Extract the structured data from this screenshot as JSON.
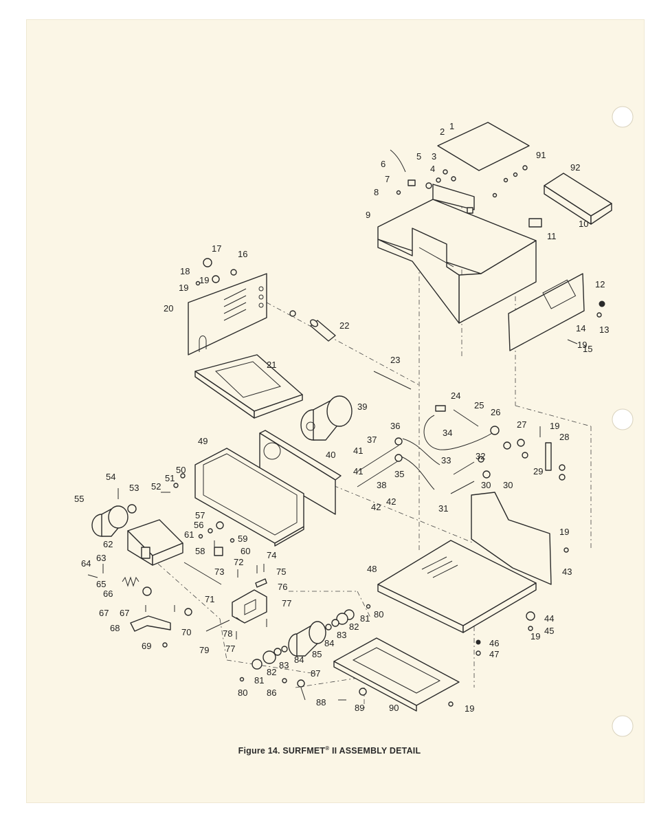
{
  "caption": {
    "prefix": "Figure 14. SURFMET",
    "mark": "®",
    "suffix": " II ASSEMBLY DETAIL"
  },
  "part_labels": [
    "1",
    "2",
    "3",
    "4",
    "5",
    "6",
    "7",
    "8",
    "9",
    "10",
    "11",
    "12",
    "13",
    "14",
    "15",
    "16",
    "17",
    "18",
    "19",
    "20",
    "21",
    "22",
    "23",
    "24",
    "25",
    "26",
    "27",
    "28",
    "29",
    "30",
    "31",
    "32",
    "33",
    "34",
    "35",
    "36",
    "37",
    "38",
    "39",
    "40",
    "41",
    "42",
    "43",
    "44",
    "45",
    "46",
    "47",
    "48",
    "49",
    "50",
    "51",
    "52",
    "53",
    "54",
    "55",
    "56",
    "57",
    "58",
    "59",
    "60",
    "61",
    "62",
    "63",
    "64",
    "65",
    "66",
    "67",
    "68",
    "69",
    "70",
    "71",
    "72",
    "73",
    "74",
    "75",
    "76",
    "77",
    "78",
    "79",
    "80",
    "81",
    "82",
    "83",
    "84",
    "85",
    "86",
    "87",
    "88",
    "89",
    "90",
    "91",
    "92"
  ],
  "label_repeats": {
    "19": 7,
    "30": 2,
    "41": 2,
    "42": 2,
    "67": 2,
    "77": 2,
    "80": 2,
    "81": 2,
    "82": 2,
    "83": 2,
    "84": 2
  },
  "colors": {
    "paper": "#fbf6e6",
    "ink": "#2a2a2a"
  }
}
